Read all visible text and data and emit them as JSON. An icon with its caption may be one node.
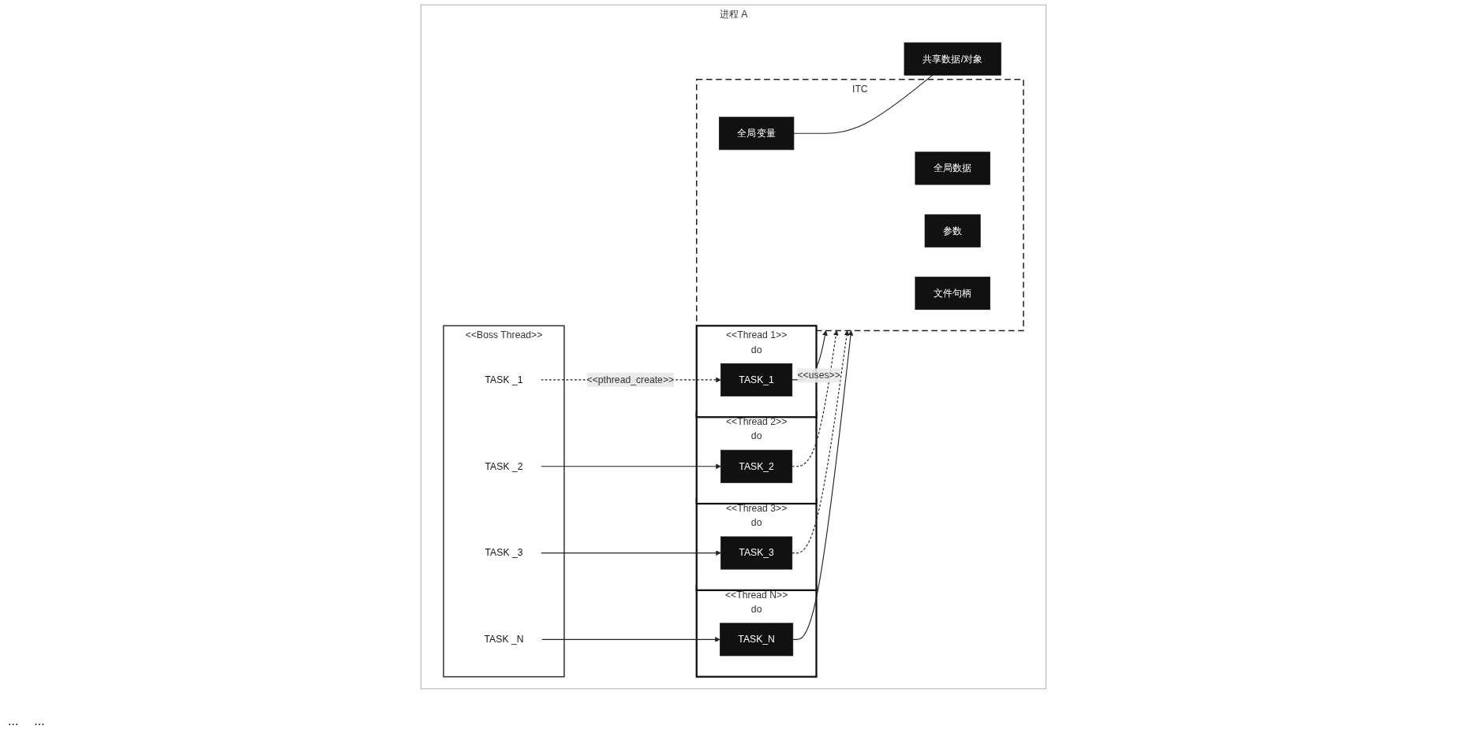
{
  "diagram": {
    "nodes": [
      {
        "text": [
          "进程 A"
        ]
      },
      {
        "text": [
          "<<Boss Thread>>"
        ],
        "in": 0
      },
      {
        "text": [
          "TASK _1"
        ],
        "in": 1
      },
      {
        "text": [
          "TASK _2"
        ],
        "in": 1
      },
      {
        "text": [
          "TASK _3"
        ],
        "in": 1
      },
      {
        "text": [
          "TASK _N"
        ],
        "in": 1
      },
      {
        "text": [
          "<<Thread 1>>",
          "do"
        ],
        "in": 0
      },
      {
        "text": [
          "TASK_1"
        ],
        "in": 6
      },
      {
        "text": [
          "<<Thread 2>>",
          "do"
        ],
        "in": 0
      },
      {
        "text": [
          "TASK_2"
        ],
        "in": 8
      },
      {
        "text": [
          "<<Thread 3>>",
          "do"
        ],
        "in": 0
      },
      {
        "text": [
          "TASK_3"
        ],
        "in": 10
      },
      {
        "text": [
          "<<Thread N>>",
          "do"
        ],
        "in": 0
      },
      {
        "text": [
          "TASK_N"
        ],
        "in": 12
      },
      {
        "text": [
          "ITC"
        ],
        "in": 0
      },
      {
        "text": [
          "全局数据"
        ],
        "in": 14
      },
      {
        "text": [
          "全局变量"
        ],
        "in": 14
      },
      {
        "text": [
          "参数"
        ],
        "in": 14
      },
      {
        "text": [
          "文件句柄"
        ],
        "in": 14
      },
      {
        "text": [
          "共享数据/对象"
        ],
        "in": 0
      }
    ],
    "edges": [
      {
        "from": 2,
        "to": 7,
        "arrow": "to",
        "label": "<<pthread_create>>",
        "style": "dashed"
      },
      {
        "from": 3,
        "to": 9,
        "arrow": "to"
      },
      {
        "from": 4,
        "to": 11,
        "arrow": "to"
      },
      {
        "from": 5,
        "to": 13,
        "arrow": "to"
      },
      {
        "from": 7,
        "to": 14,
        "arrow": "to",
        "label": "<<uses>>"
      },
      {
        "from": 9,
        "to": 14,
        "arrow": "to",
        "style": "dashed"
      },
      {
        "from": 11,
        "to": 14,
        "arrow": "to",
        "style": "dashed"
      },
      {
        "from": 13,
        "to": 14,
        "arrow": "to"
      },
      {
        "from": 16,
        "to": 19,
        "arrow": "none"
      }
    ],
    "labels": [
      "...",
      "..."
    ]
  }
}
